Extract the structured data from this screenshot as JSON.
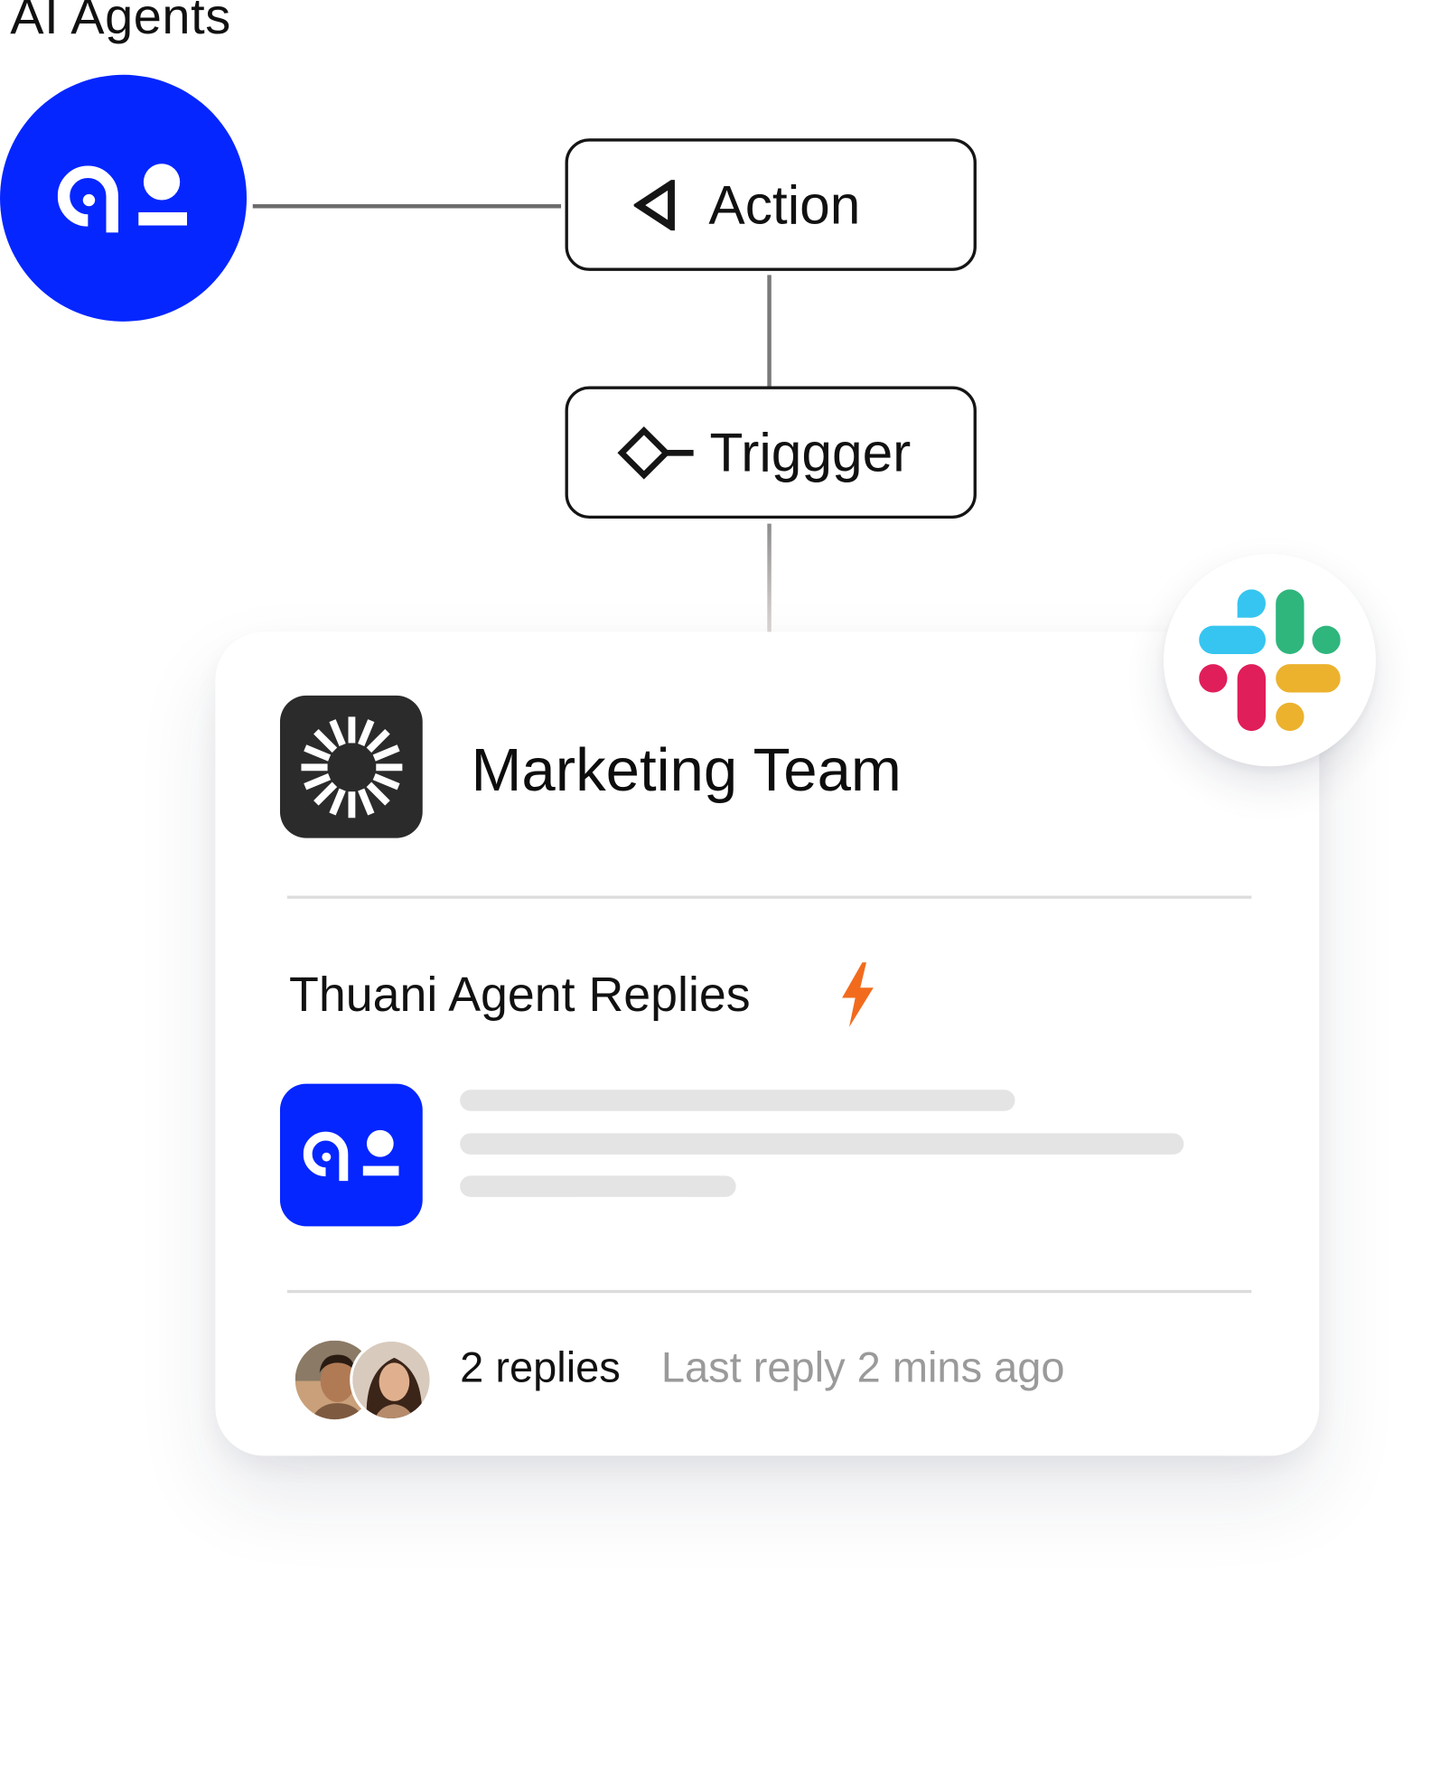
{
  "header": {
    "title": "AI Agents"
  },
  "flow": {
    "nodes": [
      {
        "label": "Action",
        "icon": "play-back-triangle-icon"
      },
      {
        "label": "Triggger",
        "icon": "diamond-trigger-icon"
      }
    ]
  },
  "card": {
    "team_name": "Marketing Team",
    "team_icon": "sunburst-logo-icon",
    "integration_icon": "slack-logo-icon",
    "reply_title": "Thuani Agent Replies",
    "reply_icon": "lightning-bolt-icon",
    "agent_icon": "agent-logo-icon",
    "footer": {
      "replies": "2 replies",
      "last_reply": "Last reply 2 mins ago"
    }
  },
  "colors": {
    "brand_blue": "#0526FF",
    "bolt_orange": "#F26B1D",
    "team_logo_bg": "#2B2B2B",
    "slack_blue": "#36C5F0",
    "slack_green": "#2EB67D",
    "slack_yellow": "#ECB22E",
    "slack_red": "#E01E5A"
  }
}
